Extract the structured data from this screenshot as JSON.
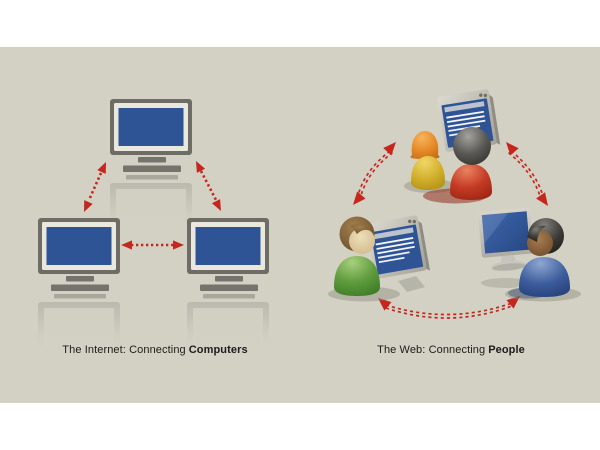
{
  "colors": {
    "canvas_bg": "#ffffff",
    "stage_bg": "#d3d1c3",
    "arrow_red": "#c4271e",
    "screen_blue": "#2e5496",
    "monitor_frame_gray": "#6e6d65",
    "monitor_bezel": "#eae8dd",
    "stand_gray": "#75746c",
    "stand_light_gray": "#a9a79c",
    "window_frame_gray": "#b8b6ac",
    "caption_text": "#1c1c1c",
    "person_orange_hair": "#e68a28",
    "person_yellow_body": "#d3b02e",
    "person_dark_gray_head": "#4a4845",
    "person_red_body": "#c43a24",
    "person_brown_hair": "#7c5c30",
    "person_tan_skin": "#dcc9a2",
    "person_green_body": "#5f9c3e",
    "person_black_hair": "#2b2926",
    "person_brown_skin": "#8a6a4a",
    "person_blue_body": "#3c5c9c"
  },
  "left_panel": {
    "caption_prefix": "The Internet: Connecting",
    "caption_bold": "Computers",
    "nodes": [
      {
        "icon": "desktop-computer-icon",
        "position": "top"
      },
      {
        "icon": "desktop-computer-icon",
        "position": "bottom-left"
      },
      {
        "icon": "desktop-computer-icon",
        "position": "bottom-right"
      }
    ],
    "connections": [
      {
        "icon": "dashed-double-arrow-icon",
        "between": "top and bottom-left"
      },
      {
        "icon": "dashed-double-arrow-icon",
        "between": "top and bottom-right"
      },
      {
        "icon": "dashed-double-arrow-icon",
        "between": "bottom-left and bottom-right"
      }
    ]
  },
  "right_panel": {
    "caption_prefix": "The Web: Connecting",
    "caption_bold": "People",
    "clusters": [
      {
        "position": "top",
        "icons": [
          "browser-window-icon",
          "orange-haired-person-icon",
          "dark-haired-person-icon"
        ]
      },
      {
        "position": "bottom-left",
        "icons": [
          "brown-haired-person-icon",
          "browser-window-icon"
        ]
      },
      {
        "position": "bottom-right",
        "icons": [
          "monitor-icon",
          "black-haired-person-icon"
        ]
      }
    ],
    "connections": [
      {
        "icon": "curved-dashed-arrow-icon",
        "between": "top and bottom-left"
      },
      {
        "icon": "curved-dashed-arrow-icon",
        "between": "top and bottom-right"
      },
      {
        "icon": "curved-dashed-arrow-icon",
        "between": "bottom-left and bottom-right"
      }
    ]
  }
}
